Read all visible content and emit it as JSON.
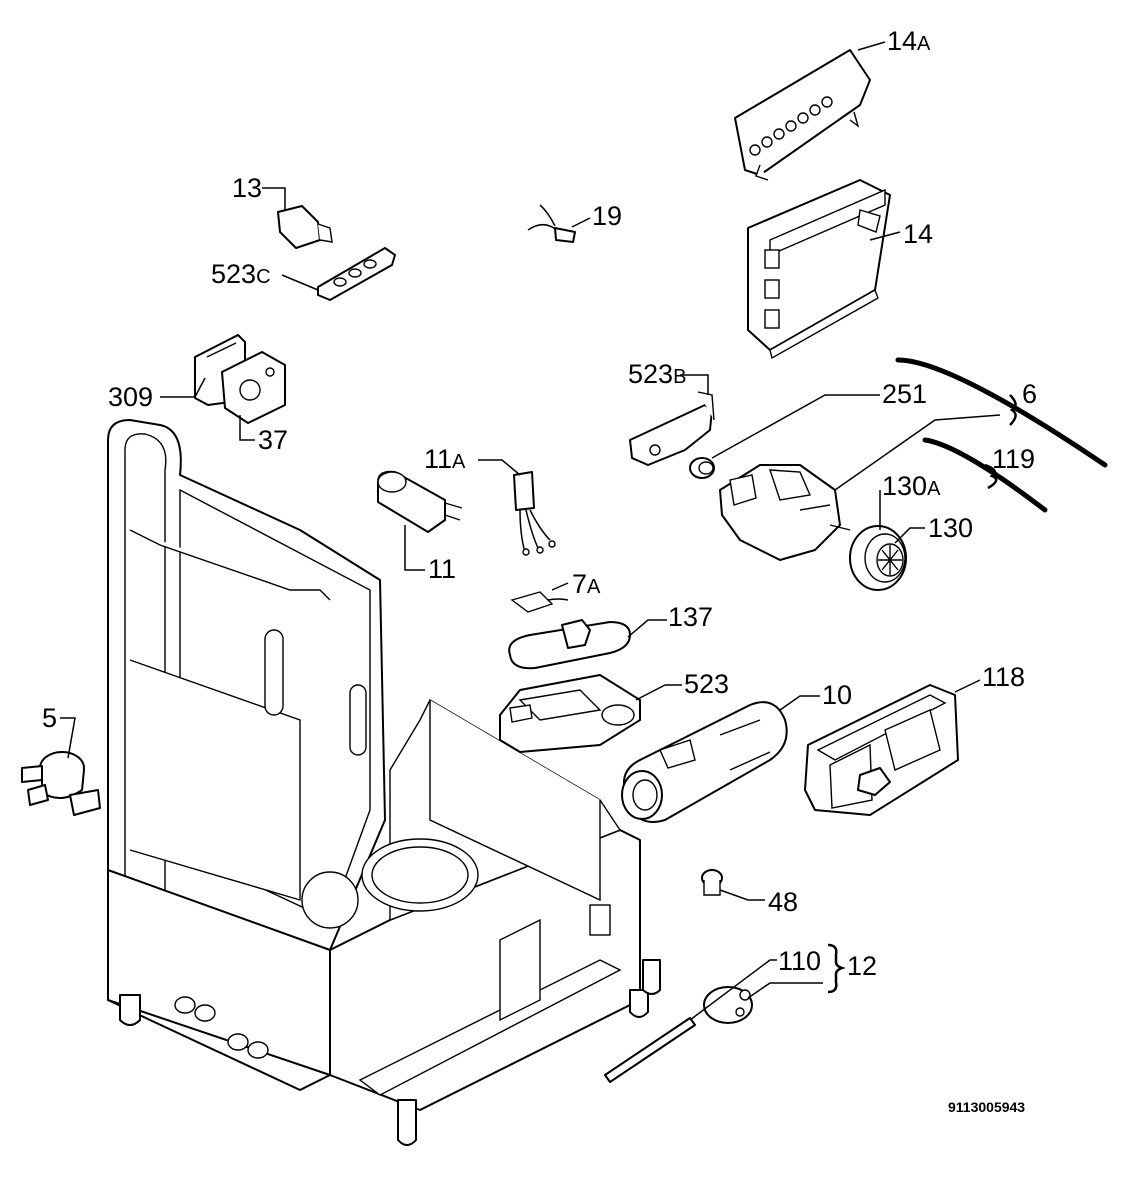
{
  "labels": {
    "l14a": {
      "num": "14",
      "suffix": "A"
    },
    "l13": "13",
    "l19": "19",
    "l14": "14",
    "l523c": {
      "num": "523",
      "suffix": "C"
    },
    "l309": "309",
    "l37": "37",
    "l523b": {
      "num": "523",
      "suffix": "B"
    },
    "l251": "251",
    "l6": "6",
    "l119": "119",
    "l11a": {
      "num": "11",
      "suffix": "A"
    },
    "l11": "11",
    "l130a": {
      "num": "130",
      "suffix": "A"
    },
    "l130": "130",
    "l7a": {
      "num": "7",
      "suffix": "A"
    },
    "l137": "137",
    "l5": "5",
    "l523": "523",
    "l10": "10",
    "l118": "118",
    "l48": "48",
    "l110": "110",
    "l12": "12"
  },
  "drawing_number": "9113005943"
}
